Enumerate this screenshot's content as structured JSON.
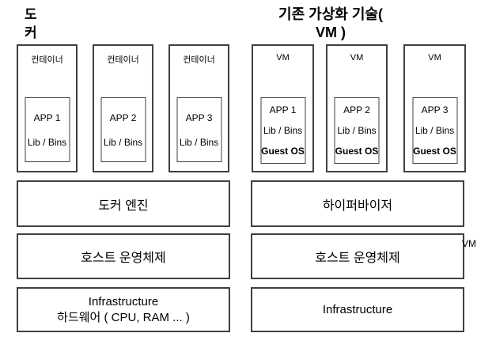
{
  "docker_section": {
    "title": "도\n커",
    "containers": [
      {
        "label": "컨테이너",
        "app": "APP 1",
        "libs": "Lib / Bins"
      },
      {
        "label": "컨테이너",
        "app": "APP 2",
        "libs": "Lib / Bins"
      },
      {
        "label": "컨테이너",
        "app": "APP 3",
        "libs": "Lib / Bins"
      }
    ],
    "engine_label": "도커 엔진",
    "host_os_label": "호스트 운영체제",
    "infrastructure_label": "Infrastructure\n하드웨어 ( CPU, RAM ... )"
  },
  "vm_section": {
    "title": "기존 가상화 기술(\nVM )",
    "vms": [
      {
        "label": "VM",
        "app": "APP 1",
        "libs": "Lib / Bins",
        "guest_os": "Guest OS"
      },
      {
        "label": "VM",
        "app": "APP 2",
        "libs": "Lib / Bins",
        "guest_os": "Guest OS"
      },
      {
        "label": "VM",
        "app": "APP 3",
        "libs": "Lib / Bins",
        "guest_os": "Guest OS"
      }
    ],
    "hypervisor_label": "하이퍼바이저",
    "host_os_label": "호스트 운영체제",
    "host_os_annotation": "VM",
    "infrastructure_label": "Infrastructure"
  },
  "colors": {
    "border": "#404040",
    "text": "#000000",
    "background": "#ffffff"
  }
}
